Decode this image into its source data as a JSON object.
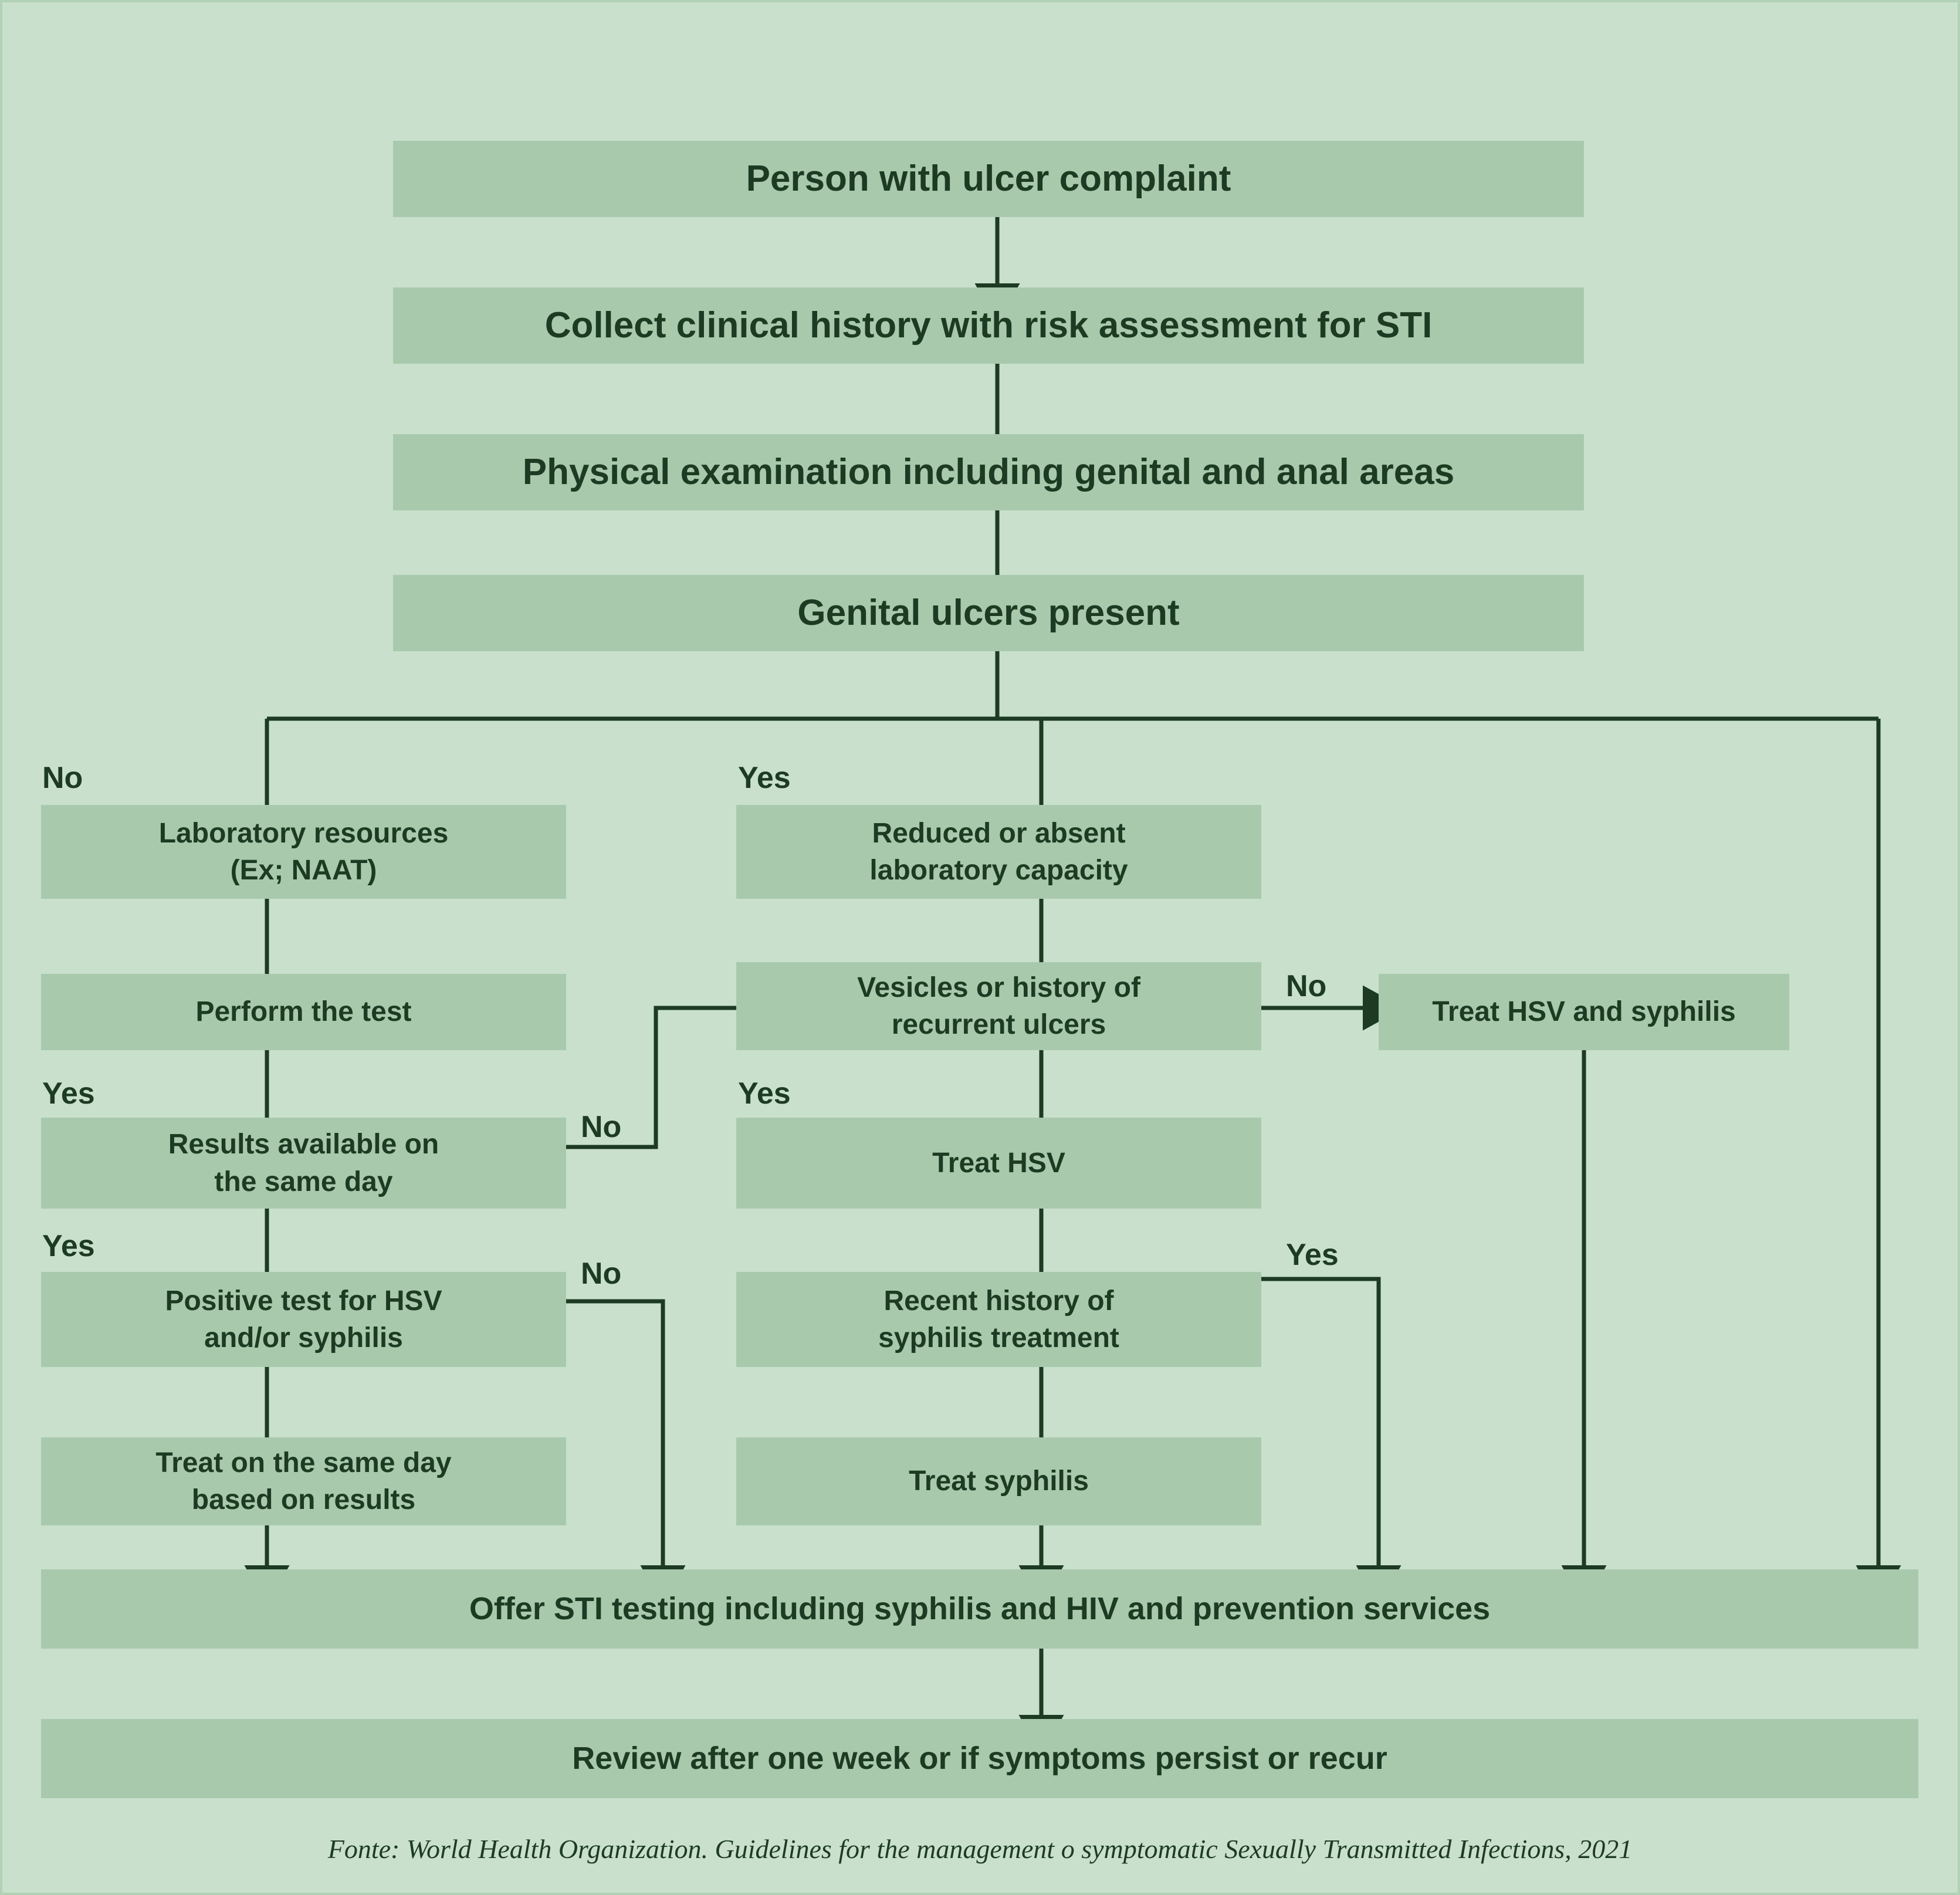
{
  "diagram": {
    "title_box": "Person with ulcer complaint",
    "background_color": "#c8e0cc",
    "node_color": "#a9c9ad",
    "text_color": "#1d3b22"
  },
  "nodes": [
    {
      "id": "person",
      "label": "Person with ulcer complaint"
    },
    {
      "id": "history",
      "label": "Collect clinical history with risk assessment for STI"
    },
    {
      "id": "exam",
      "label": "Physical examination including genital and anal areas"
    },
    {
      "id": "ulcers",
      "label": "Genital ulcers present"
    },
    {
      "id": "labres",
      "label": "Laboratory resources\n(Ex; NAAT)"
    },
    {
      "id": "reduced",
      "label": "Reduced or absent\nlaboratory capacity"
    },
    {
      "id": "performtest",
      "label": "Perform the test"
    },
    {
      "id": "vesicles",
      "label": "Vesicles or history of\nrecurrent ulcers"
    },
    {
      "id": "treathsvsyph",
      "label": "Treat HSV and syphilis"
    },
    {
      "id": "sameday",
      "label": "Results available on\nthe same day"
    },
    {
      "id": "treathsv",
      "label": "Treat HSV"
    },
    {
      "id": "positive",
      "label": "Positive test for HSV\nand/or syphilis"
    },
    {
      "id": "recent",
      "label": "Recent history of\nsyphilis treatment"
    },
    {
      "id": "treatsameday",
      "label": "Treat on the same day\nbased on results"
    },
    {
      "id": "treatsyph",
      "label": "Treat syphilis"
    },
    {
      "id": "offer",
      "label": "Offer STI testing including syphilis and HIV and prevention services"
    },
    {
      "id": "review",
      "label": "Review after one week or if symptoms persist or recur"
    }
  ],
  "edge_labels": {
    "no_branch_left": "No",
    "yes_branch_mid": "Yes",
    "yes_sameday": "Yes",
    "no_sameday": "No",
    "yes_vesicles": "Yes",
    "no_vesicles": "No",
    "yes_positive": "Yes",
    "no_positive": "No",
    "yes_recent": "Yes"
  },
  "footer": {
    "source": "Fonte: World Health Organization. Guidelines for the management o symptomatic Sexually Transmitted Infections, 2021"
  }
}
